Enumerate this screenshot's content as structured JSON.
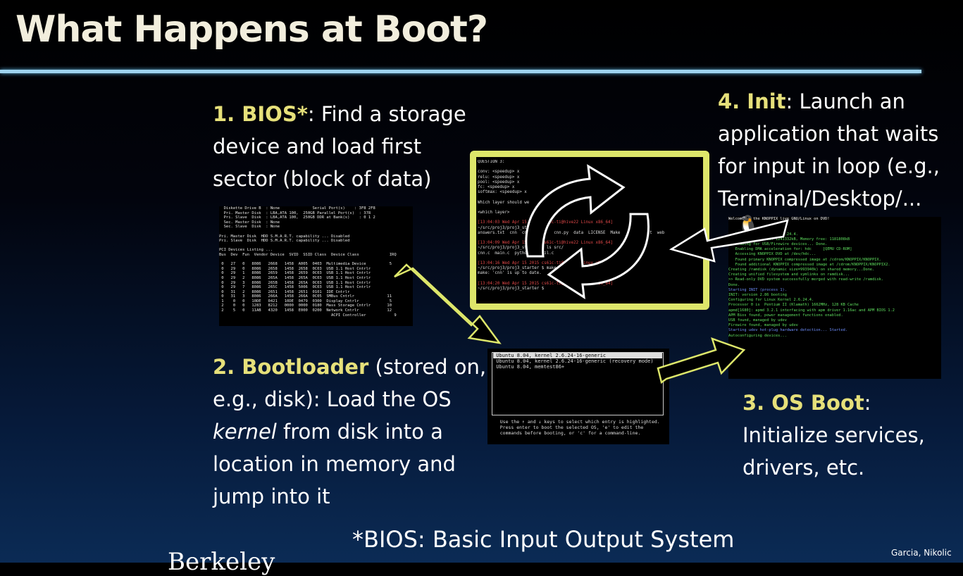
{
  "title": "What Happens at Boot?",
  "steps": {
    "bios": {
      "label": "1. BIOS*",
      "rest": ": Find a storage",
      "line2": "device and load first",
      "line3": "sector (block of data)"
    },
    "bootloader": {
      "label": "2. Bootloader",
      "rest": " (stored on,",
      "line2": "e.g., disk): Load the OS",
      "kernel": "kernel",
      "line3": " from disk into a",
      "line4": "location in memory and",
      "line5": "jump into it"
    },
    "osboot": {
      "label": "3. OS Boot",
      "rest": ":",
      "line2": "Initialize services,",
      "line3": "drivers, etc."
    },
    "init": {
      "label": "4. Init",
      "rest": ": Launch an",
      "line2": "application that waits",
      "line3": "for input in loop (e.g.,",
      "line4": "Terminal/Desktop/..."
    }
  },
  "footnote": "*BIOS: Basic Input Output System",
  "credit": "Garcia, Nikolic",
  "logo_text": "Berkeley",
  "bios_screen": [
    "  Diskette Drive B  : None              Serial Port(s)    : 3F8 2F8",
    "  Pri. Master Disk  : LBA,ATA 100,  250GB Parallel Port(s)  : 378",
    "  Pri. Slave  Disk  : LBA,ATA 100,  250GB DDR at Bank(s)    : 0 1 2",
    "  Sec. Master Disk  : None",
    "  Sec. Slave  Disk  : None",
    "",
    "Pri. Master Disk  HDD S.M.A.R.T. capability ... Disabled",
    "Pri. Slave  Disk  HDD S.M.A.R.T. capability ... Disabled",
    "",
    "PCI Devices Listing ...",
    "Bus  Dev  Fun  Vendor Device  SVID  SSID Class  Device Class             IRQ",
    "",
    " 0   27   0   8086   2668   1458  A005  0403  Multimedia Device          5",
    " 0   29   0   8086   2658   1458  2658  0C03  USB 1.1 Host Cntrlr",
    " 0   29   1   8086   2659   1458  2659  0C03  USB 1.1 Host Cntrlr",
    " 0   29   2   8086   265A   1458  265A  0C03  USB 1.1 Host Cntrlr",
    " 0   29   3   8086   265B   1458  265A  0C03  USB 1.1 Host Cntrlr",
    " 0   29   7   8086   265C   1458  5006  0C03  USB 1.1 Host Cntrlr",
    " 0   31   2   8086   2651   1458  2651  0101  IDE Cntrlr",
    " 0   31   3   8086   266A   1458  266A  0C05  SMBus Cntrlr              11",
    " 1    0   0   10DE   0421   10DE  0479  0300  Display Cntrlr             5",
    " 2    0   0   1283   8212   0000  0000  0180  Mass Storage Cntrlr       10",
    " 2    5   0   11AB   4320   1458  E000  0200  Network Cntrlr            12",
    "                                                ACPI Controller            9"
  ],
  "grub_screen": {
    "entries": [
      " Ubuntu 8.04, kernel 2.6.24-16-generic",
      " Ubuntu 8.04, kernel 2.6.24-16-generic (recovery mode)",
      " Ubuntu 8.04, memtest86+"
    ],
    "help": [
      "   Use the ↑ and ↓ keys to select which entry is highlighted.",
      "   Press enter to boot the selected OS, 'e' to edit the",
      "   commands before booting, or 'c' for a command-line."
    ]
  },
  "os_screen": [
    "Welcome to the KNOPPIX live GNU/Linux on DVD!",
    "",
    "",
    "   Using Linux Kernel 2.6.24.4.",
    "   Memory available: 1241332kB, Memory free: 1181808kB",
    "   Probing for USB/Firewire devices... Done.",
    "   Enabling DMA acceleration for: hdc     [QEMU CD-ROM]",
    "   Accessing KNOPPIX DVD at /dev/hdc...",
    "   Found primary KNOPPIX compressed image at /cdrom/KNOPPIX/KNOPPIX.",
    "   Found additional KNOPPIX compressed image at /cdrom/KNOPPIX/KNOPPIX2.",
    "Creating /ramdisk (dynamic size=993940k) on shared memory...Done.",
    "Creating unified filesystem and symlinks on ramdisk...",
    ">> Read-only DVD system successfully merged with read-write /ramdisk.",
    "Done.",
    "Starting INIT (process 1).",
    "INIT: version 2.86 booting",
    "Configuring for Linux Kernel 2.6.24.4.",
    "Processor 0 is  Pentium II (Klamath) 1662MHz, 128 KB Cache",
    "apmd[1680]: apmd 3.2.1 interfacing with apm driver 1.16ac and APM BIOS 1.2",
    "APM Bios found, power management functions enabled.",
    "USB found, managed by udev",
    "Firewire found, managed by udev",
    "Starting udev hot-plug hardware detection... Started.",
    "Autoconfiguring devices..."
  ],
  "init_screen": [
    "QUESTION 3:",
    "",
    "conv: <speedup> x",
    "relu: <speedup> x",
    "pool: <speedup> x",
    "fc: <speedup> x",
    "softmax: <speedup> x",
    "",
    "Which layer should we",
    "",
    "<which layer>",
    "",
    "[13:04:03 Wed Apr 15 2015 cs61c-ti@hive22 Linux x86_64]",
    "~/src/proj3/proj3_st",
    "answers.txt  cnn  cn           cnn.py  data  LICENSE  Make         test  web",
    "",
    "[13:04:09 Wed Apr 15 2015 cs61c-ti@hive22 Linux x86_64]",
    "~/src/proj3/proj3_starter $ ls src/",
    "cnn.c  main.c  python.c  util.c",
    "",
    "[13:04:16 Wed Apr 15 2015 cs61c-ti@hive22 Linux x86_64]",
    "~/src/proj3/proj3_starter $ make cnn",
    "make: 'cnn' is up to date.",
    "",
    "[13:04:20 Wed Apr 15 2015 cs61c-ti@hive22 Linux x86_64]",
    "~/src/proj3/proj3_starter $ "
  ]
}
